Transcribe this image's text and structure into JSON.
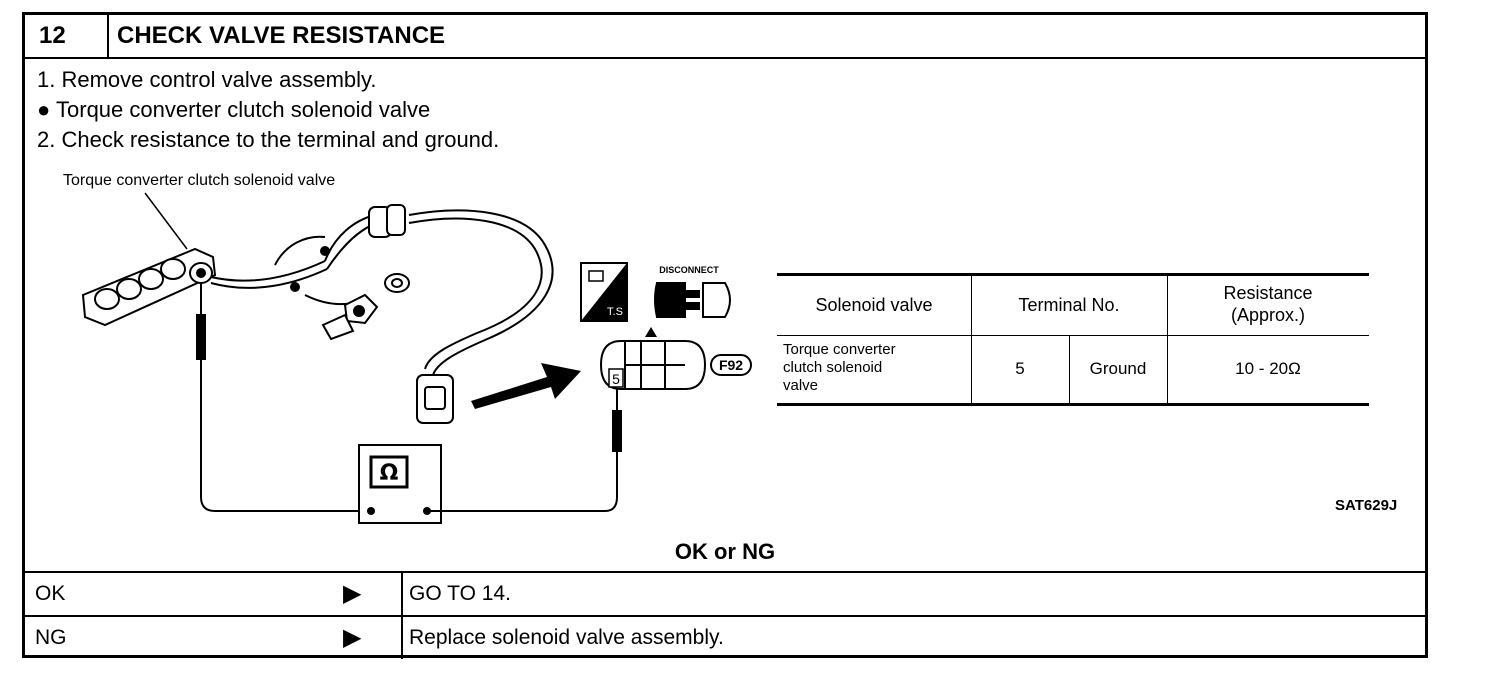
{
  "header": {
    "step_number": "12",
    "title": "CHECK VALVE RESISTANCE"
  },
  "instructions": [
    "1.  Remove control valve assembly.",
    "●  Torque converter clutch solenoid valve",
    "2.  Check resistance to the terminal and ground."
  ],
  "diagram": {
    "component_label": "Torque converter clutch solenoid valve",
    "icon_ts": "T.S",
    "icon_disconnect": "DISCONNECT",
    "connector_code": "F92",
    "connector_pin": "5",
    "meter_symbol": "Ω",
    "figure_code": "SAT629J"
  },
  "spec_table": {
    "headers": [
      "Solenoid valve",
      "Terminal No.",
      "Resistance",
      "(Approx.)"
    ],
    "row": {
      "valve_line1": "Torque converter",
      "valve_line2": "clutch solenoid",
      "valve_line3": "valve",
      "terminal": "5",
      "ground": "Ground",
      "resistance": "10 - 20Ω"
    }
  },
  "result": {
    "title": "OK or NG",
    "ok_label": "OK",
    "ok_action": "GO TO 14.",
    "ng_label": "NG",
    "ng_action": "Replace solenoid valve assembly.",
    "arrow": "▶"
  }
}
